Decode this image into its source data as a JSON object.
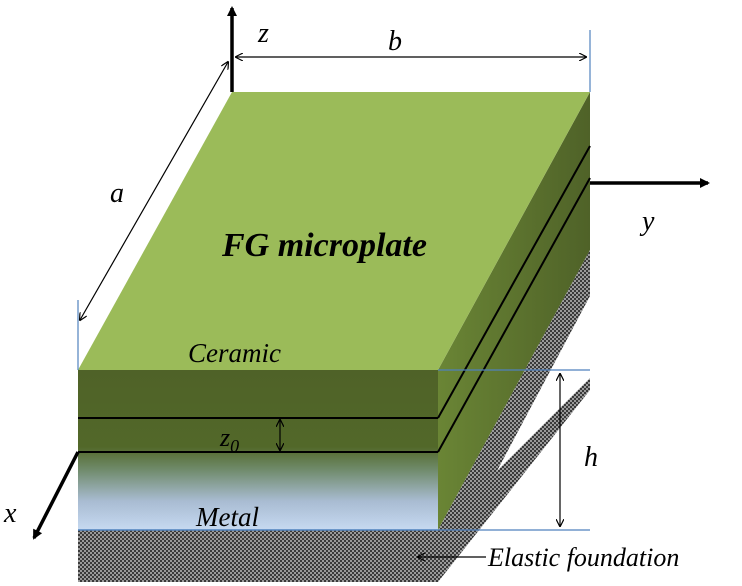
{
  "diagram": {
    "title": "FG microplate",
    "layers": {
      "top": "Ceramic",
      "bottom": "Metal",
      "mid_plane": "z0"
    },
    "foundation": "Elastic foundation",
    "axes": {
      "x": "x",
      "y": "y",
      "z": "z"
    },
    "dimensions": {
      "length": "a",
      "width": "b",
      "thickness": "h"
    },
    "colors": {
      "top_face": "#9bbb59",
      "front_face_dark": "#4f6228",
      "side_face": "#76923c",
      "metal_light": "#c6d9f1",
      "foundation": "#7f7f7f",
      "guide_line": "#4f81bd"
    }
  }
}
